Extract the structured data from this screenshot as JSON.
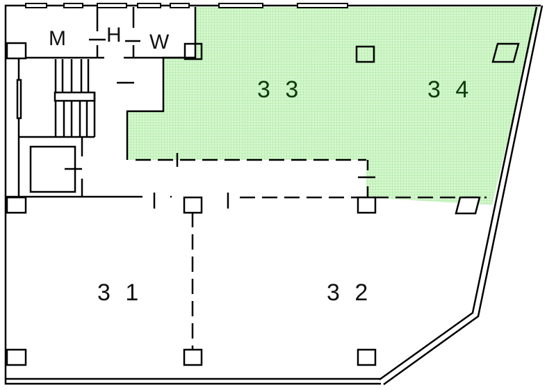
{
  "floor_plan": {
    "colors": {
      "leased_area": "#c8f5c0",
      "grid": "#a6e89c",
      "wall": "#000000"
    },
    "utility_rooms": [
      {
        "id": "men",
        "label": "M"
      },
      {
        "id": "hot-water",
        "label": "H"
      },
      {
        "id": "women",
        "label": "W"
      }
    ],
    "units": [
      {
        "id": "31",
        "label": "3 1",
        "highlighted": false
      },
      {
        "id": "32",
        "label": "3 2",
        "highlighted": false
      },
      {
        "id": "33",
        "label": "3 3",
        "highlighted": true
      },
      {
        "id": "34",
        "label": "3 4",
        "highlighted": true
      }
    ]
  }
}
